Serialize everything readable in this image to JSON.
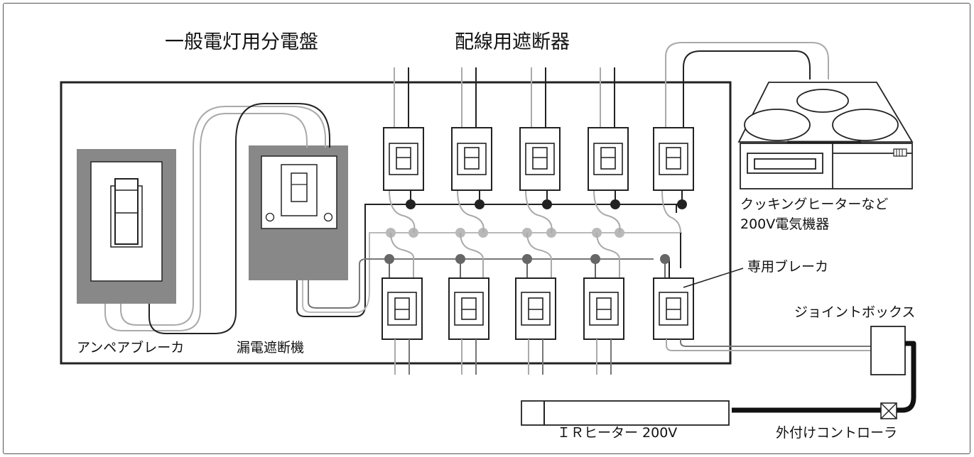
{
  "titles": {
    "panel": "一般電灯用分電盤",
    "breakers": "配線用遮断器"
  },
  "labels": {
    "ampere_breaker": "アンペアブレーカ",
    "leakage_breaker": "漏電遮断機",
    "appliance_line1": "クッキングヒーターなど",
    "appliance_line2": "200V電気機器",
    "dedicated_breaker": "専用ブレーカ",
    "junction_box": "ジョイントボックス",
    "ir_heater": "ＩＲヒーター 200V",
    "external_controller": "外付けコントローラ"
  },
  "colors": {
    "line_black": "#222222",
    "line_gray": "#aaaaaa",
    "line_mid": "#777777",
    "node_black": "#222222",
    "node_light": "#b9b9b9",
    "node_mid": "#666666",
    "breaker_frame": "#888888"
  }
}
